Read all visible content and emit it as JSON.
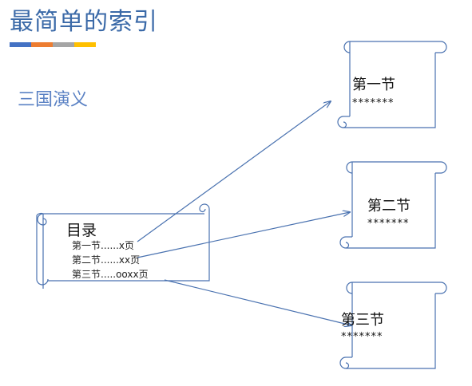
{
  "slide": {
    "title": "最简单的索引",
    "subtitle": "三国演义",
    "accent_colors": [
      "#4472c4",
      "#ed7d31",
      "#a5a5a5",
      "#ffc000"
    ]
  },
  "toc": {
    "heading": "目录",
    "lines": [
      "第一节......x页",
      "第二节......xx页",
      "第三节.....ooxx页"
    ]
  },
  "sections": [
    {
      "title": "第一节",
      "body": "*******"
    },
    {
      "title": "第二节",
      "body": "*******"
    },
    {
      "title": "第三节",
      "body": "*******"
    }
  ],
  "colors": {
    "stroke": "#4a72b0",
    "title": "#3b6aa8",
    "subtitle": "#5b82c4"
  }
}
